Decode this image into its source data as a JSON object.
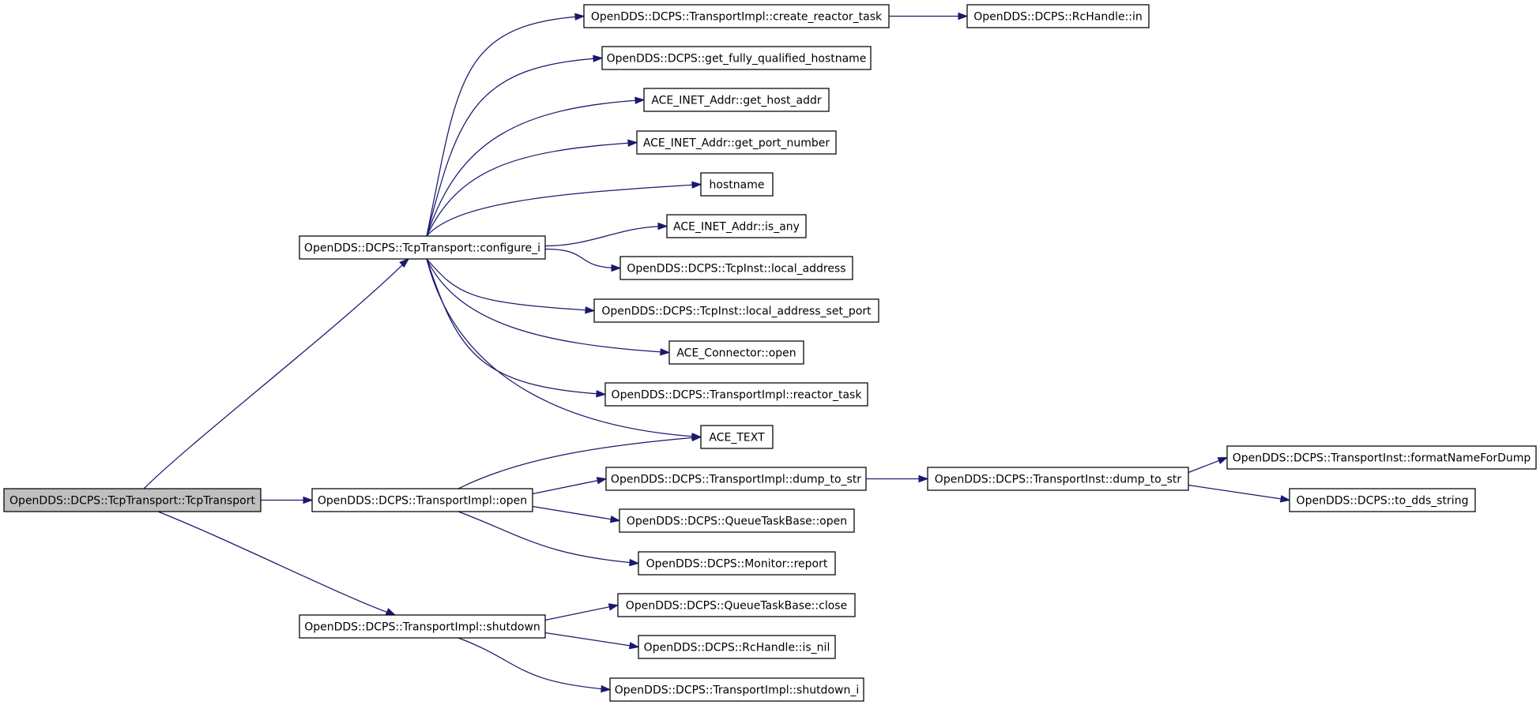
{
  "colors": {
    "node_fill": "#ffffff",
    "root_fill": "#bfbfbf",
    "node_stroke": "#000000",
    "edge": "#191970"
  },
  "nodes": [
    {
      "id": "tcptransport_ctor",
      "label": "OpenDDS::DCPS::TcpTransport::TcpTransport",
      "root": true
    },
    {
      "id": "configure_i",
      "label": "OpenDDS::DCPS::TcpTransport::configure_i"
    },
    {
      "id": "impl_open",
      "label": "OpenDDS::DCPS::TransportImpl::open"
    },
    {
      "id": "impl_shutdown",
      "label": "OpenDDS::DCPS::TransportImpl::shutdown"
    },
    {
      "id": "create_reactor_task",
      "label": "OpenDDS::DCPS::TransportImpl::create_reactor_task"
    },
    {
      "id": "rchandle_in",
      "label": "OpenDDS::DCPS::RcHandle::in"
    },
    {
      "id": "get_fqhn",
      "label": "OpenDDS::DCPS::get_fully_qualified_hostname"
    },
    {
      "id": "get_host_addr",
      "label": "ACE_INET_Addr::get_host_addr"
    },
    {
      "id": "get_port_number",
      "label": "ACE_INET_Addr::get_port_number"
    },
    {
      "id": "hostname",
      "label": "hostname"
    },
    {
      "id": "is_any",
      "label": "ACE_INET_Addr::is_any"
    },
    {
      "id": "local_address",
      "label": "OpenDDS::DCPS::TcpInst::local_address"
    },
    {
      "id": "local_address_set_port",
      "label": "OpenDDS::DCPS::TcpInst::local_address_set_port"
    },
    {
      "id": "connector_open",
      "label": "ACE_Connector::open"
    },
    {
      "id": "reactor_task",
      "label": "OpenDDS::DCPS::TransportImpl::reactor_task"
    },
    {
      "id": "ace_text",
      "label": "ACE_TEXT"
    },
    {
      "id": "impl_dump_to_str",
      "label": "OpenDDS::DCPS::TransportImpl::dump_to_str"
    },
    {
      "id": "inst_dump_to_str",
      "label": "OpenDDS::DCPS::TransportInst::dump_to_str"
    },
    {
      "id": "format_name",
      "label": "OpenDDS::DCPS::TransportInst::formatNameForDump"
    },
    {
      "id": "to_dds_string",
      "label": "OpenDDS::DCPS::to_dds_string"
    },
    {
      "id": "qtb_open",
      "label": "OpenDDS::DCPS::QueueTaskBase::open"
    },
    {
      "id": "monitor_report",
      "label": "OpenDDS::DCPS::Monitor::report"
    },
    {
      "id": "qtb_close",
      "label": "OpenDDS::DCPS::QueueTaskBase::close"
    },
    {
      "id": "rchandle_is_nil",
      "label": "OpenDDS::DCPS::RcHandle::is_nil"
    },
    {
      "id": "shutdown_i",
      "label": "OpenDDS::DCPS::TransportImpl::shutdown_i"
    }
  ],
  "edges": [
    {
      "from": "tcptransport_ctor",
      "to": "configure_i"
    },
    {
      "from": "tcptransport_ctor",
      "to": "impl_open"
    },
    {
      "from": "tcptransport_ctor",
      "to": "impl_shutdown"
    },
    {
      "from": "configure_i",
      "to": "create_reactor_task"
    },
    {
      "from": "configure_i",
      "to": "get_fqhn"
    },
    {
      "from": "configure_i",
      "to": "get_host_addr"
    },
    {
      "from": "configure_i",
      "to": "get_port_number"
    },
    {
      "from": "configure_i",
      "to": "hostname"
    },
    {
      "from": "configure_i",
      "to": "is_any"
    },
    {
      "from": "configure_i",
      "to": "local_address"
    },
    {
      "from": "configure_i",
      "to": "local_address_set_port"
    },
    {
      "from": "configure_i",
      "to": "connector_open"
    },
    {
      "from": "configure_i",
      "to": "reactor_task"
    },
    {
      "from": "configure_i",
      "to": "ace_text"
    },
    {
      "from": "create_reactor_task",
      "to": "rchandle_in"
    },
    {
      "from": "impl_open",
      "to": "ace_text"
    },
    {
      "from": "impl_open",
      "to": "impl_dump_to_str"
    },
    {
      "from": "impl_open",
      "to": "qtb_open"
    },
    {
      "from": "impl_open",
      "to": "monitor_report"
    },
    {
      "from": "impl_dump_to_str",
      "to": "inst_dump_to_str"
    },
    {
      "from": "inst_dump_to_str",
      "to": "format_name"
    },
    {
      "from": "inst_dump_to_str",
      "to": "to_dds_string"
    },
    {
      "from": "impl_shutdown",
      "to": "qtb_close"
    },
    {
      "from": "impl_shutdown",
      "to": "rchandle_is_nil"
    },
    {
      "from": "impl_shutdown",
      "to": "shutdown_i"
    }
  ]
}
